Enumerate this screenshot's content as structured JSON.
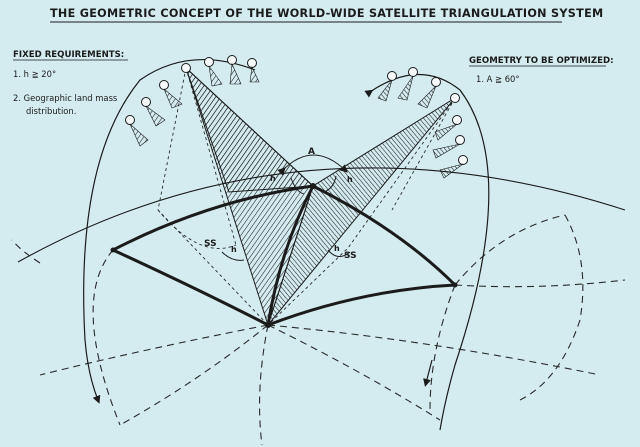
{
  "title": "THE GEOMETRIC CONCEPT OF THE WORLD-WIDE SATELLITE TRIANGULATION SYSTEM",
  "fixed": {
    "heading": "FIXED REQUIREMENTS:",
    "item1": "1.  h ≧ 20°",
    "item2_line1": "2.  Geographic land mass",
    "item2_line2": "distribution."
  },
  "optimize": {
    "heading": "GEOMETRY TO BE OPTIMIZED:",
    "item1": "1.  A ≧ 60°"
  },
  "labels": {
    "angle_a": "A",
    "h_top_left": "h",
    "h_top_right": "h",
    "h_mid_left": "h",
    "h_mid_right": "h",
    "ss_left": "SS",
    "ss_right": "SS"
  },
  "colors": {
    "background": "#d4ecf0",
    "ink": "#1b1b1b"
  }
}
